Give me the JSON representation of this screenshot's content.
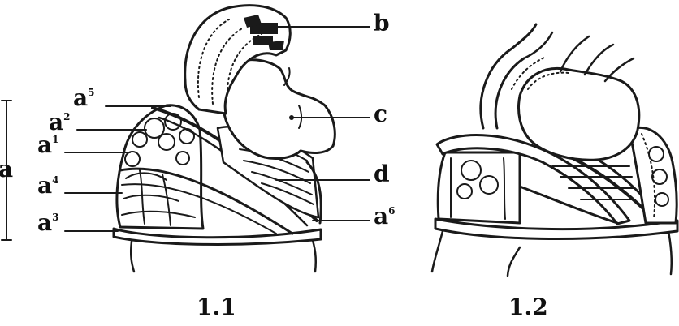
{
  "labels": {
    "a": "a",
    "a1": {
      "base": "a",
      "sup": "1"
    },
    "a2": {
      "base": "a",
      "sup": "2"
    },
    "a3": {
      "base": "a",
      "sup": "3"
    },
    "a4": {
      "base": "a",
      "sup": "4"
    },
    "a5": {
      "base": "a",
      "sup": "5"
    },
    "a6": {
      "base": "a",
      "sup": "6"
    },
    "b": "b",
    "c": "c",
    "d": "d"
  },
  "captions": {
    "fig1": "1.1",
    "fig2": "1.2"
  },
  "colors": {
    "ink": "#1a1a1a",
    "background": "#ffffff"
  }
}
